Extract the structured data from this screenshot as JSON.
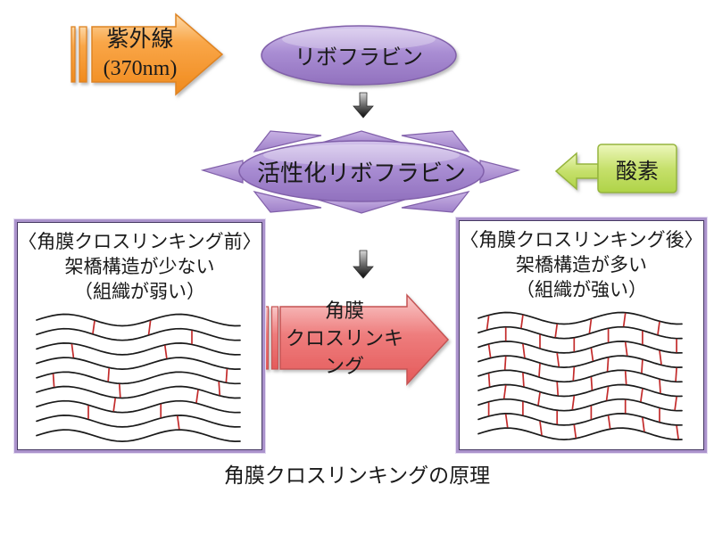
{
  "diagram": {
    "caption": "角膜クロスリンキングの原理",
    "uv_arrow": {
      "line1": "紫外線",
      "line2": "(370nm)"
    },
    "riboflavin": {
      "label": "リボフラビン"
    },
    "activated_riboflavin": {
      "label": "活性化リボフラビン"
    },
    "oxygen": {
      "label": "酸素"
    },
    "crosslink_arrow": {
      "line1": "角膜",
      "line2": "クロスリンキング"
    },
    "before_box": {
      "line1": "〈角膜クロスリンキング前〉",
      "line2": "架橋構造が少ない",
      "line3": "（組織が弱い）",
      "pattern": {
        "wave_lines": 9,
        "density": "sparse",
        "link_count": 14,
        "links": [
          [
            0,
            0.28
          ],
          [
            0,
            0.55
          ],
          [
            1,
            0.75
          ],
          [
            2,
            0.17
          ],
          [
            2,
            0.62
          ],
          [
            3,
            0.35
          ],
          [
            3,
            0.92
          ],
          [
            4,
            0.08
          ],
          [
            4,
            0.4
          ],
          [
            4,
            0.88
          ],
          [
            5,
            0.38
          ],
          [
            5,
            0.78
          ],
          [
            6,
            0.25
          ],
          [
            6,
            0.6
          ],
          [
            7,
            0.68
          ]
        ]
      }
    },
    "after_box": {
      "line1": "〈角膜クロスリンキング後〉",
      "line2": "架橋構造が多い",
      "line3": "（組織が強い）",
      "pattern": {
        "wave_lines": 9,
        "density": "dense",
        "link_count": 48,
        "links": "brick"
      }
    },
    "colors": {
      "orange": "#F9A648",
      "orange_border": "#DE8420",
      "purple": "#A98DD3",
      "purple_border": "#8160AA",
      "green": "#C6E06C",
      "green_border": "#96B53E",
      "red": "#EE7C7C",
      "red_border": "#C55353",
      "box_border_outer": "#AB93CC",
      "box_border_inner": "#453862",
      "wave_line": "#1A1A1A",
      "crosslink_red": "#C32B2B",
      "down_arrow": "#0A0A0A"
    }
  }
}
